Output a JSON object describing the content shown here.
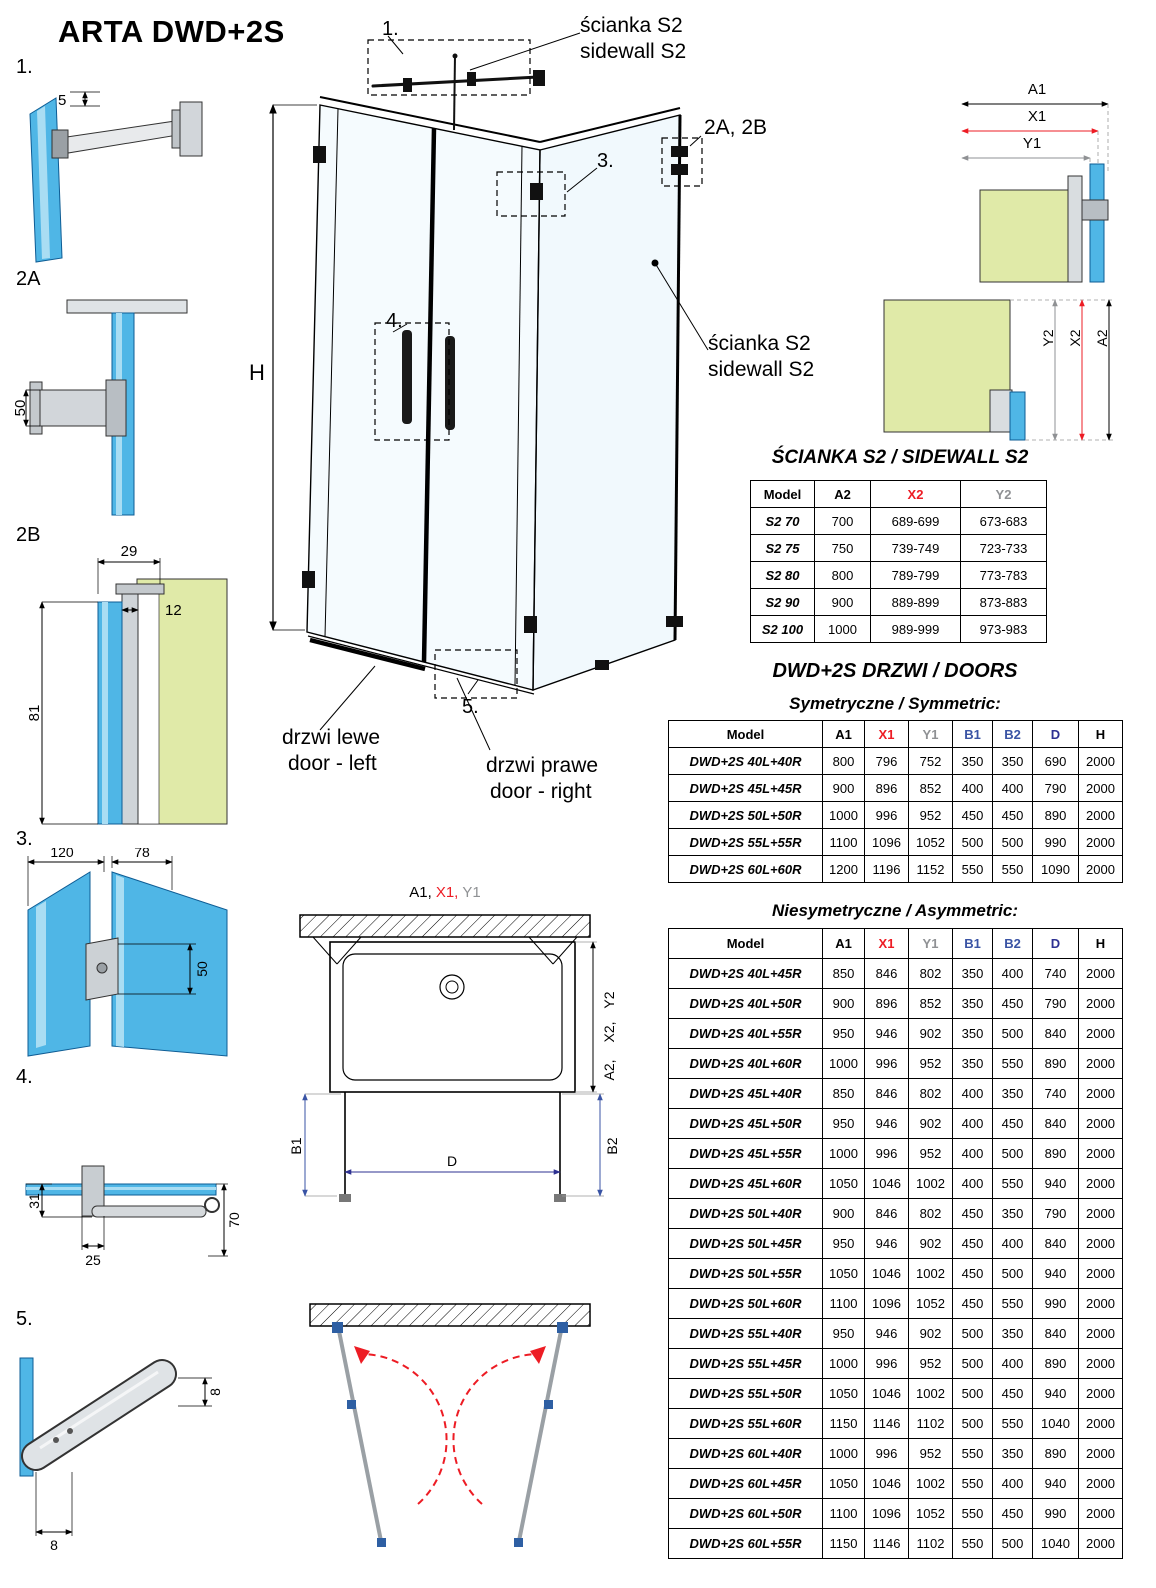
{
  "title": "ARTA DWD+2S",
  "colors": {
    "x_red": "#ed1c24",
    "y_gray": "#8f9194",
    "b_blue": "#3953a4",
    "d_navy": "#2e3192",
    "glass_blue": "#4fb6e6",
    "wall_green": "#e0eaa8"
  },
  "details": {
    "d1": {
      "label": "1.",
      "dim5": "5"
    },
    "d2a": {
      "label": "2A",
      "dim50": "50"
    },
    "d2b": {
      "label": "2B",
      "dim29": "29",
      "dim12": "12",
      "dim81": "81"
    },
    "d3": {
      "label": "3.",
      "dim120": "120",
      "dim78": "78",
      "dim50": "50"
    },
    "d4": {
      "label": "4.",
      "dim31": "31",
      "dim25": "25",
      "dim70": "70"
    },
    "d5": {
      "label": "5.",
      "dim8v": "8",
      "dim8h": "8"
    }
  },
  "main_drawing": {
    "callout1": "1.",
    "callout2": "2A, 2B",
    "callout3": "3.",
    "callout4": "4.",
    "callout5": "5.",
    "sidewall_top_pl": "ścianka S2",
    "sidewall_top_en": "sidewall S2",
    "sidewall_right_pl": "ścianka S2",
    "sidewall_right_en": "sidewall S2",
    "door_left_pl": "drzwi lewe",
    "door_left_en": "door - left",
    "door_right_pl": "drzwi prawe",
    "door_right_en": "door - right",
    "height_label": "H"
  },
  "corner_top": {
    "a1": "A1",
    "x1": "X1",
    "y1": "Y1"
  },
  "corner_bottom": {
    "y2": "Y2",
    "x2": "X2",
    "a2": "A2"
  },
  "plan": {
    "top_label": [
      "A1,",
      "X1,",
      "Y1"
    ],
    "right_label": [
      "A2,",
      "X2,",
      "Y2"
    ],
    "b1": "B1",
    "b2": "B2",
    "d": "D"
  },
  "sidewall_table": {
    "title": "ŚCIANKA S2 / SIDEWALL S2",
    "headers": [
      "Model",
      "A2",
      "X2",
      "Y2"
    ],
    "header_colors": [
      "#000000",
      "#000000",
      "#ed1c24",
      "#8f9194"
    ],
    "rows": [
      [
        "S2 70",
        "700",
        "689-699",
        "673-683"
      ],
      [
        "S2 75",
        "750",
        "739-749",
        "723-733"
      ],
      [
        "S2 80",
        "800",
        "789-799",
        "773-783"
      ],
      [
        "S2 90",
        "900",
        "889-899",
        "873-883"
      ],
      [
        "S2 100",
        "1000",
        "989-999",
        "973-983"
      ]
    ]
  },
  "doors": {
    "title": "DWD+2S DRZWI / DOORS",
    "symmetric_title": "Symetryczne / Symmetric:",
    "asymmetric_title": "Niesymetryczne / Asymmetric:",
    "headers": [
      "Model",
      "A1",
      "X1",
      "Y1",
      "B1",
      "B2",
      "D",
      "H"
    ],
    "header_colors": [
      "#000000",
      "#000000",
      "#ed1c24",
      "#8f9194",
      "#3953a4",
      "#3953a4",
      "#2e3192",
      "#000000"
    ],
    "symmetric_rows": [
      [
        "DWD+2S 40L+40R",
        "800",
        "796",
        "752",
        "350",
        "350",
        "690",
        "2000"
      ],
      [
        "DWD+2S 45L+45R",
        "900",
        "896",
        "852",
        "400",
        "400",
        "790",
        "2000"
      ],
      [
        "DWD+2S 50L+50R",
        "1000",
        "996",
        "952",
        "450",
        "450",
        "890",
        "2000"
      ],
      [
        "DWD+2S 55L+55R",
        "1100",
        "1096",
        "1052",
        "500",
        "500",
        "990",
        "2000"
      ],
      [
        "DWD+2S 60L+60R",
        "1200",
        "1196",
        "1152",
        "550",
        "550",
        "1090",
        "2000"
      ]
    ],
    "asymmetric_rows": [
      [
        "DWD+2S 40L+45R",
        "850",
        "846",
        "802",
        "350",
        "400",
        "740",
        "2000"
      ],
      [
        "DWD+2S 40L+50R",
        "900",
        "896",
        "852",
        "350",
        "450",
        "790",
        "2000"
      ],
      [
        "DWD+2S 40L+55R",
        "950",
        "946",
        "902",
        "350",
        "500",
        "840",
        "2000"
      ],
      [
        "DWD+2S 40L+60R",
        "1000",
        "996",
        "952",
        "350",
        "550",
        "890",
        "2000"
      ],
      [
        "DWD+2S 45L+40R",
        "850",
        "846",
        "802",
        "400",
        "350",
        "740",
        "2000"
      ],
      [
        "DWD+2S 45L+50R",
        "950",
        "946",
        "902",
        "400",
        "450",
        "840",
        "2000"
      ],
      [
        "DWD+2S 45L+55R",
        "1000",
        "996",
        "952",
        "400",
        "500",
        "890",
        "2000"
      ],
      [
        "DWD+2S 45L+60R",
        "1050",
        "1046",
        "1002",
        "400",
        "550",
        "940",
        "2000"
      ],
      [
        "DWD+2S 50L+40R",
        "900",
        "846",
        "802",
        "450",
        "350",
        "790",
        "2000"
      ],
      [
        "DWD+2S 50L+45R",
        "950",
        "946",
        "902",
        "450",
        "400",
        "840",
        "2000"
      ],
      [
        "DWD+2S 50L+55R",
        "1050",
        "1046",
        "1002",
        "450",
        "500",
        "940",
        "2000"
      ],
      [
        "DWD+2S 50L+60R",
        "1100",
        "1096",
        "1052",
        "450",
        "550",
        "990",
        "2000"
      ],
      [
        "DWD+2S 55L+40R",
        "950",
        "946",
        "902",
        "500",
        "350",
        "840",
        "2000"
      ],
      [
        "DWD+2S 55L+45R",
        "1000",
        "996",
        "952",
        "500",
        "400",
        "890",
        "2000"
      ],
      [
        "DWD+2S 55L+50R",
        "1050",
        "1046",
        "1002",
        "500",
        "450",
        "940",
        "2000"
      ],
      [
        "DWD+2S 55L+60R",
        "1150",
        "1146",
        "1102",
        "500",
        "550",
        "1040",
        "2000"
      ],
      [
        "DWD+2S 60L+40R",
        "1000",
        "996",
        "952",
        "550",
        "350",
        "890",
        "2000"
      ],
      [
        "DWD+2S 60L+45R",
        "1050",
        "1046",
        "1002",
        "550",
        "400",
        "940",
        "2000"
      ],
      [
        "DWD+2S 60L+50R",
        "1100",
        "1096",
        "1052",
        "550",
        "450",
        "990",
        "2000"
      ],
      [
        "DWD+2S 60L+55R",
        "1150",
        "1146",
        "1102",
        "550",
        "500",
        "1040",
        "2000"
      ]
    ]
  }
}
